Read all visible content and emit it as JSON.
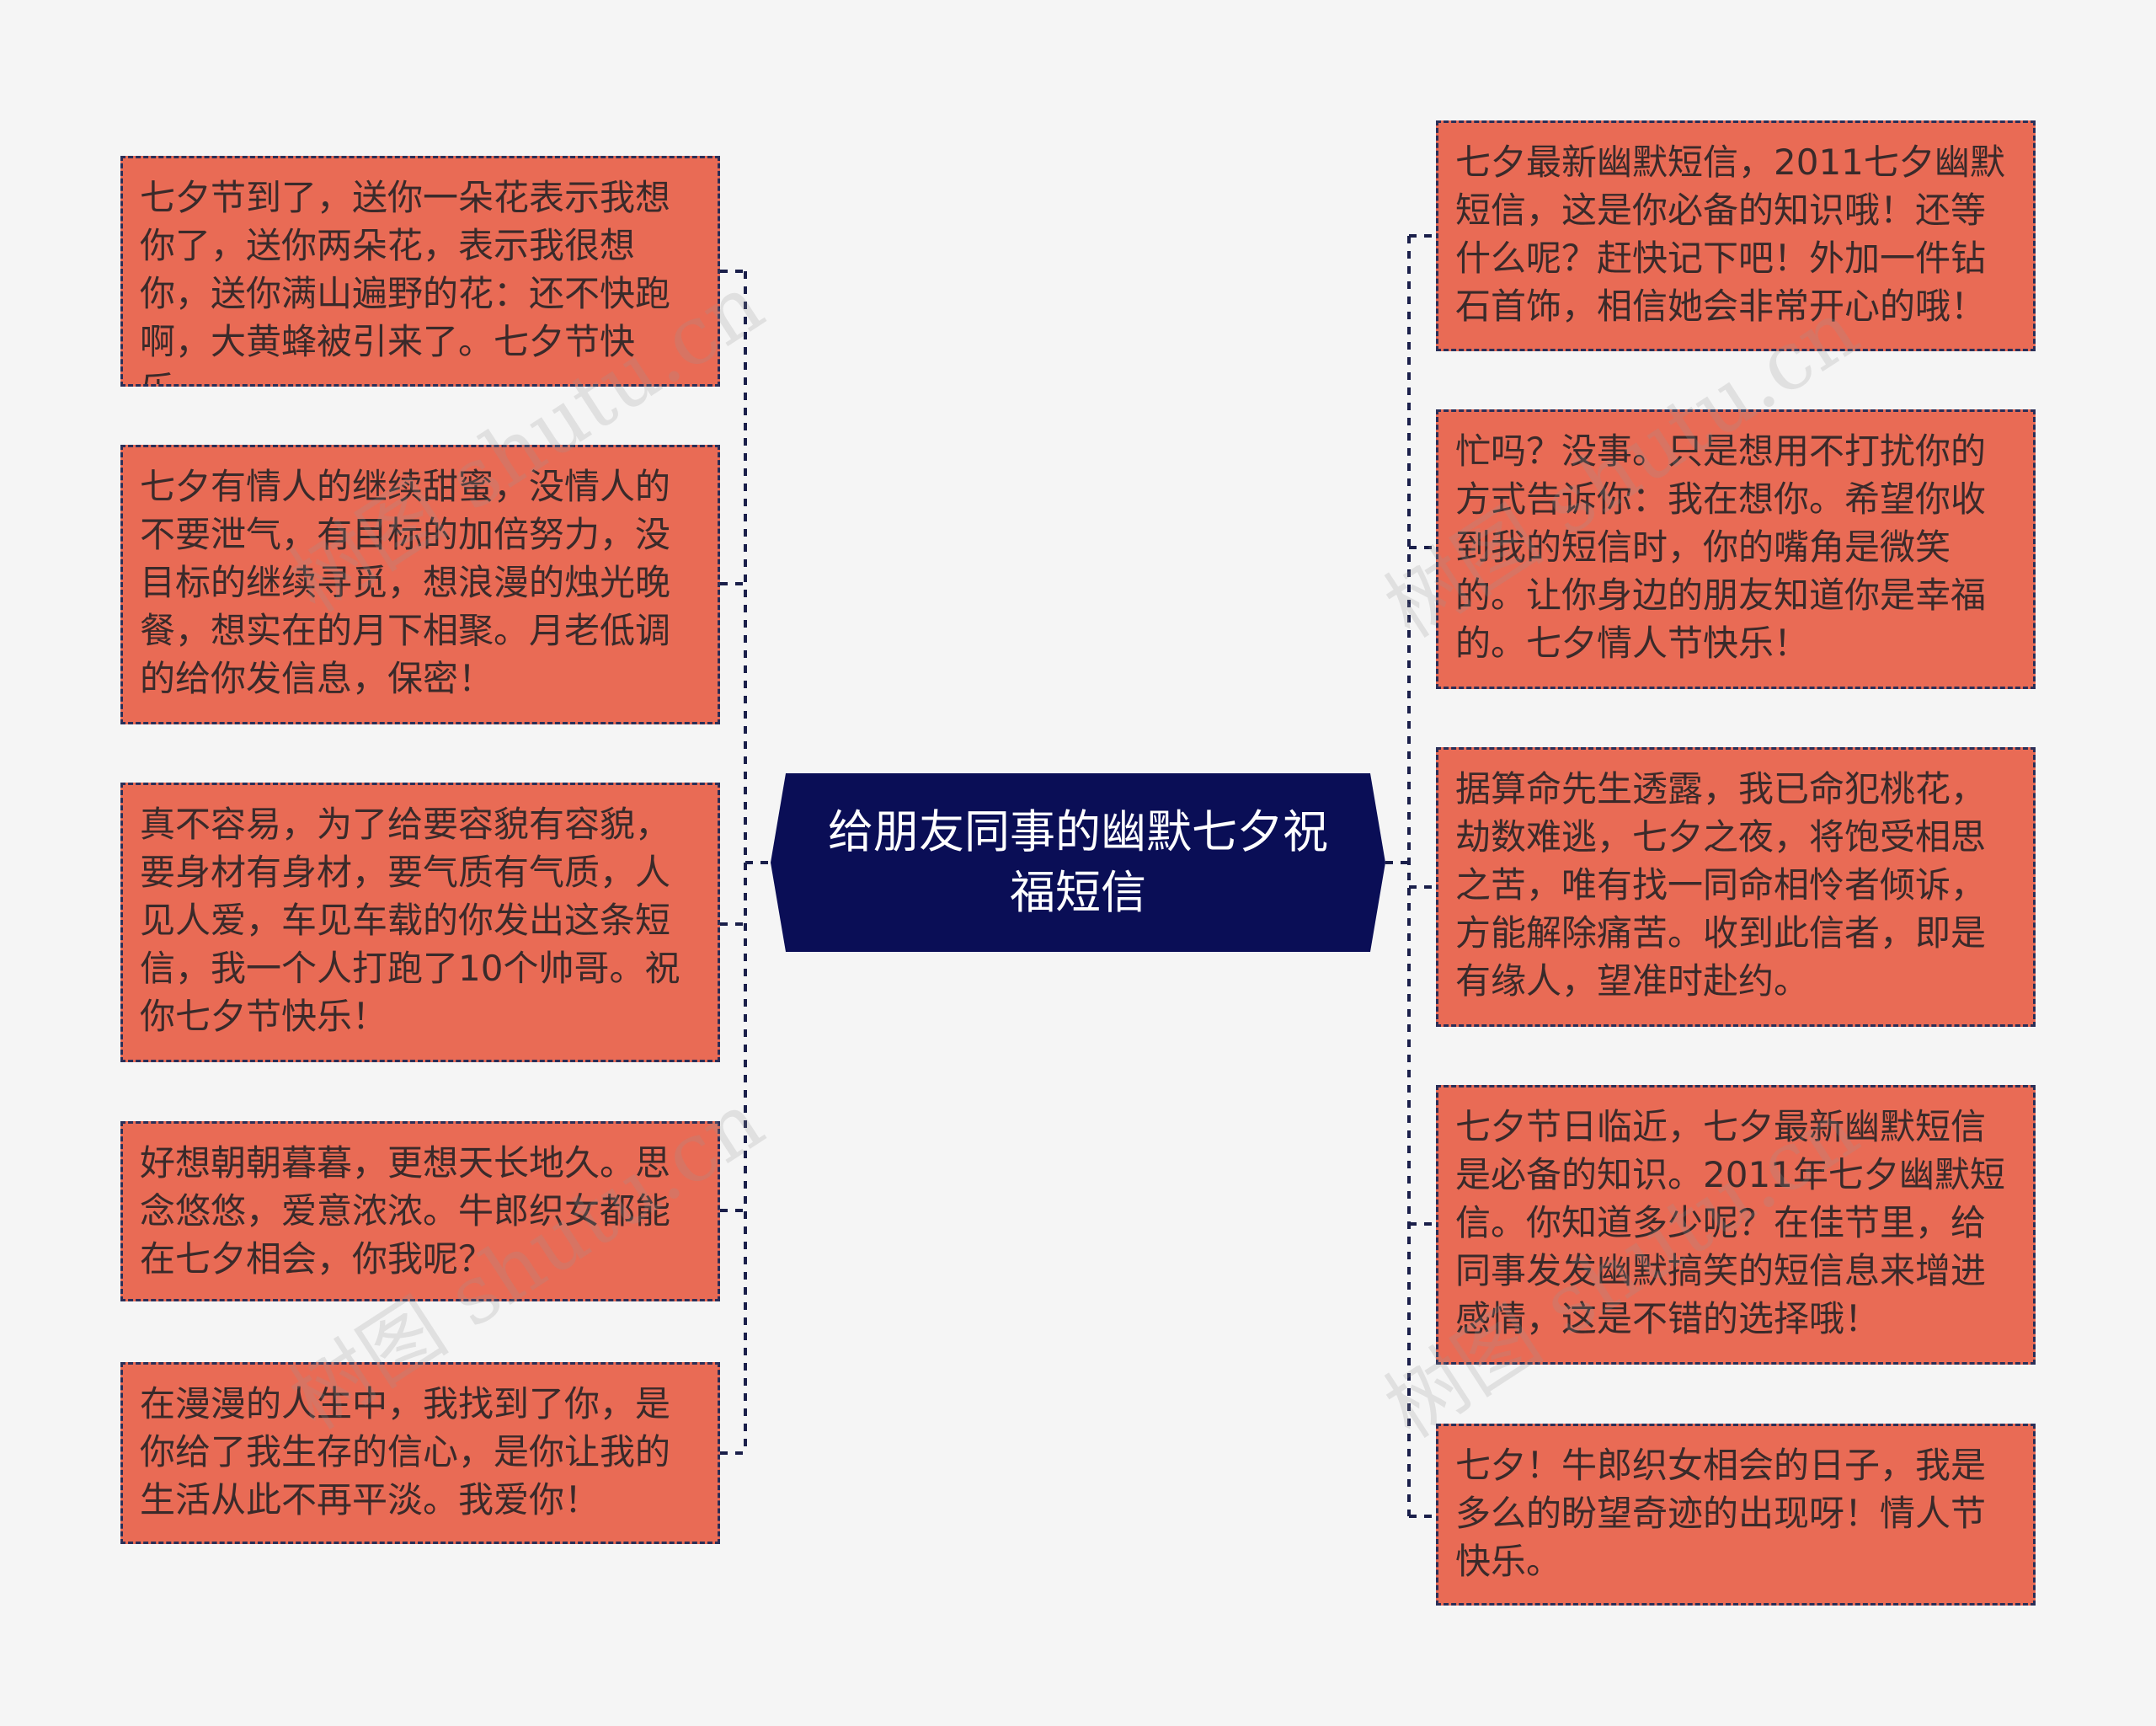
{
  "center": {
    "title": "给朋友同事的幽默七夕祝福短信"
  },
  "left_nodes": [
    "七夕节到了，送你一朵花表示我想你了，送你两朵花，表示我很想你，送你满山遍野的花：还不快跑啊，大黄蜂被引来了。七夕节快乐。",
    "七夕有情人的继续甜蜜，没情人的不要泄气，有目标的加倍努力，没目标的继续寻觅，想浪漫的烛光晚餐，想实在的月下相聚。月老低调的给你发信息，保密！",
    "真不容易，为了给要容貌有容貌，要身材有身材，要气质有气质，人见人爱，车见车载的你发出这条短信，我一个人打跑了10个帅哥。祝你七夕节快乐！",
    "好想朝朝暮暮，更想天长地久。思念悠悠，爱意浓浓。牛郎织女都能在七夕相会，你我呢？",
    "在漫漫的人生中，我找到了你，是你给了我生存的信心，是你让我的生活从此不再平淡。我爱你！"
  ],
  "right_nodes": [
    "七夕最新幽默短信，2011七夕幽默短信，这是你必备的知识哦！还等什么呢？赶快记下吧！外加一件钻石首饰，相信她会非常开心的哦！",
    "忙吗？没事。只是想用不打扰你的方式告诉你：我在想你。希望你收到我的短信时，你的嘴角是微笑的。让你身边的朋友知道你是幸福的。七夕情人节快乐！",
    "据算命先生透露，我已命犯桃花，劫数难逃，七夕之夜，将饱受相思之苦，唯有找一同命相怜者倾诉，方能解除痛苦。收到此信者，即是有缘人，望准时赴约。",
    "七夕节日临近，七夕最新幽默短信是必备的知识。2011年七夕幽默短信。你知道多少呢？在佳节里，给同事发发幽默搞笑的短信息来增进感情，这是不错的选择哦！",
    "七夕！牛郎织女相会的日子，我是多么的盼望奇迹的出现呀！情人节快乐。"
  ],
  "watermark": "树图 shutu.cn",
  "colors": {
    "node_fill": "#e96b55",
    "center_fill": "#0a0e56",
    "line": "#1a1f4a",
    "background": "#f5f5f5"
  }
}
